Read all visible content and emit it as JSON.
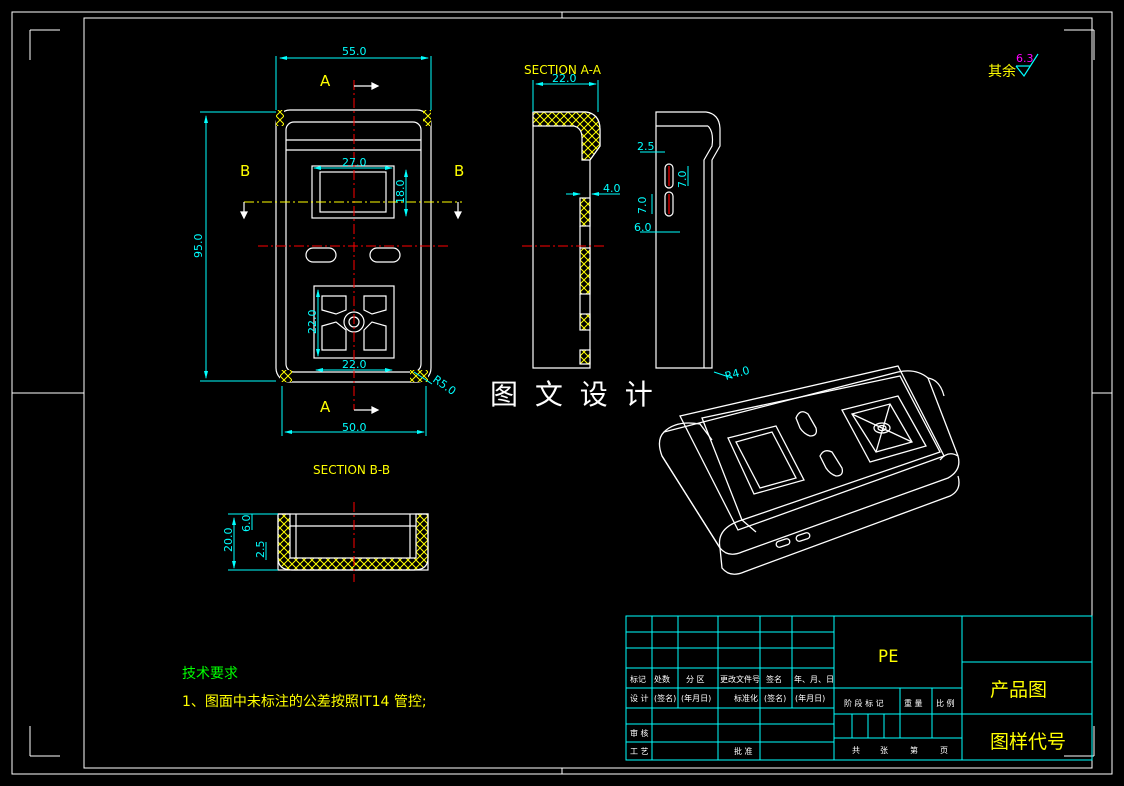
{
  "colors": {
    "background": "#000000",
    "outline": "#ffffff",
    "dimension": "#00ffff",
    "label": "#ffff00",
    "centerline": "#ff0000",
    "hatch": "#ffff00",
    "frame": "#ffffff",
    "titleblock": "#00ffff",
    "accent": "#ff00ff",
    "green": "#00ff00"
  },
  "front_view": {
    "width": "55.0",
    "height": "95.0",
    "window_w": "27.0",
    "window_h": "18.0",
    "button_w": "22.0",
    "button_h": "22.0",
    "bottom_w": "50.0",
    "radius": "R5.0",
    "section_a": "A",
    "section_b": "B"
  },
  "section_aa": {
    "title": "SECTION A-A",
    "depth": "22.0",
    "wall": "4.0"
  },
  "side_view": {
    "d1": "2.5",
    "d2": "7.0",
    "d3": "7.0",
    "d4": "6.0",
    "radius": "R4.0"
  },
  "section_bb": {
    "title": "SECTION B-B",
    "height": "20.0",
    "inner": "6.0",
    "lip": "2.5"
  },
  "watermark": "图 文 设 计",
  "roughness": {
    "label": "其余",
    "value": "6.3"
  },
  "notes": {
    "title": "技术要求",
    "line1": "1、图面中未标注的公差按照IT14 管控;"
  },
  "titleblock": {
    "material": "PE",
    "drawing_name": "产品图",
    "drawing_code": "图样代号",
    "row_headers": [
      "标记",
      "处数",
      "分 区",
      "更改文件号",
      "签名",
      "年、月、日"
    ],
    "design_row": [
      "设 计",
      "(签名)",
      "(年月日)",
      "标准化",
      "(签名)",
      "(年月日)"
    ],
    "review": "审 核",
    "process": "工 艺",
    "approve": "批 准",
    "stage_headers": [
      "阶 段 标 记",
      "重 量",
      "比 例"
    ],
    "sheet_footer": [
      "共",
      "张",
      "第",
      "页"
    ]
  }
}
